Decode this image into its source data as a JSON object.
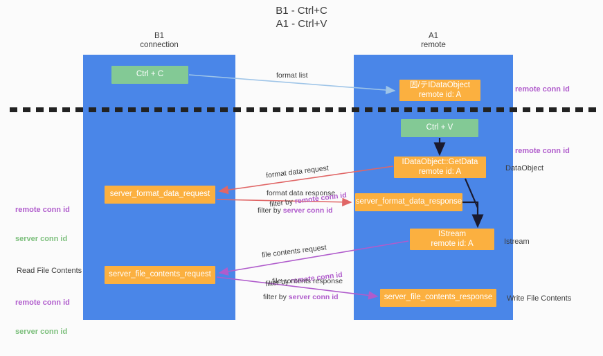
{
  "title": "B1 - Ctrl+C\nA1 - Ctrl+V",
  "columns": {
    "left": {
      "name": "B1",
      "role": "connection",
      "header": "B1\nconnection"
    },
    "right": {
      "name": "A1",
      "role": "remote",
      "header": "A1\nremote"
    }
  },
  "colors": {
    "band": "#4a86e8",
    "green_node": "#83c995",
    "orange_node": "#fbb040",
    "remote_conn_id": "#b05ccc",
    "server_conn_id": "#7cbf7c",
    "format_arrow": "#e06666",
    "file_arrow": "#b05ccc",
    "format_list_arrow": "#9fc5e8",
    "black_arrow": "#1a1a2e",
    "separator": "#222222",
    "page_background": "#fbfbfb",
    "text": "#3c3c3c"
  },
  "nodes": {
    "ctrl_c": {
      "label": "Ctrl + C",
      "color": "green"
    },
    "idataobject": {
      "line1": "固/テIDataObject",
      "line2": "remote id: A",
      "color": "orange"
    },
    "ctrl_v": {
      "label": "Ctrl + V",
      "color": "green"
    },
    "getdata": {
      "line1": "IDataObject::GetData",
      "line2": "remote id: A",
      "color": "orange"
    },
    "server_format_data_request": {
      "label": "server_format_data_request",
      "color": "orange"
    },
    "server_format_data_response": {
      "label": "server_format_data_response",
      "color": "orange"
    },
    "istream": {
      "line1": "IStream",
      "line2": "remote id: A",
      "color": "orange"
    },
    "server_file_contents_request": {
      "label": "server_file_contents_request",
      "color": "orange"
    },
    "server_file_contents_response": {
      "label": "server_file_contents_response",
      "color": "orange"
    }
  },
  "edges": {
    "format_list": {
      "label": "format list"
    },
    "format_data_request": {
      "line1": "format data request",
      "line2_prefix": "filter by ",
      "line2_key": "remote conn id"
    },
    "format_data_response": {
      "line1": "format data response",
      "line2_prefix": "filter by ",
      "line2_key": "server conn id"
    },
    "file_contents_request": {
      "line1": "file contents request",
      "line2_prefix": "filter by ",
      "line2_key": "remote conn id"
    },
    "file_contents_response": {
      "line1": "file contents response",
      "line2_prefix": "filter by ",
      "line2_key": "server conn id"
    }
  },
  "legends": {
    "right_top_remote": "remote conn id",
    "right_mid_remote": "remote conn id",
    "right_dataobject": "DataObject",
    "right_istream": "Istream",
    "right_write_file": "Write File Contents",
    "left_remote": "remote conn id",
    "left_server": "server conn id",
    "left_read_file": "Read File Contents",
    "left_remote_2": "remote conn id",
    "left_server_2": "server conn id"
  }
}
